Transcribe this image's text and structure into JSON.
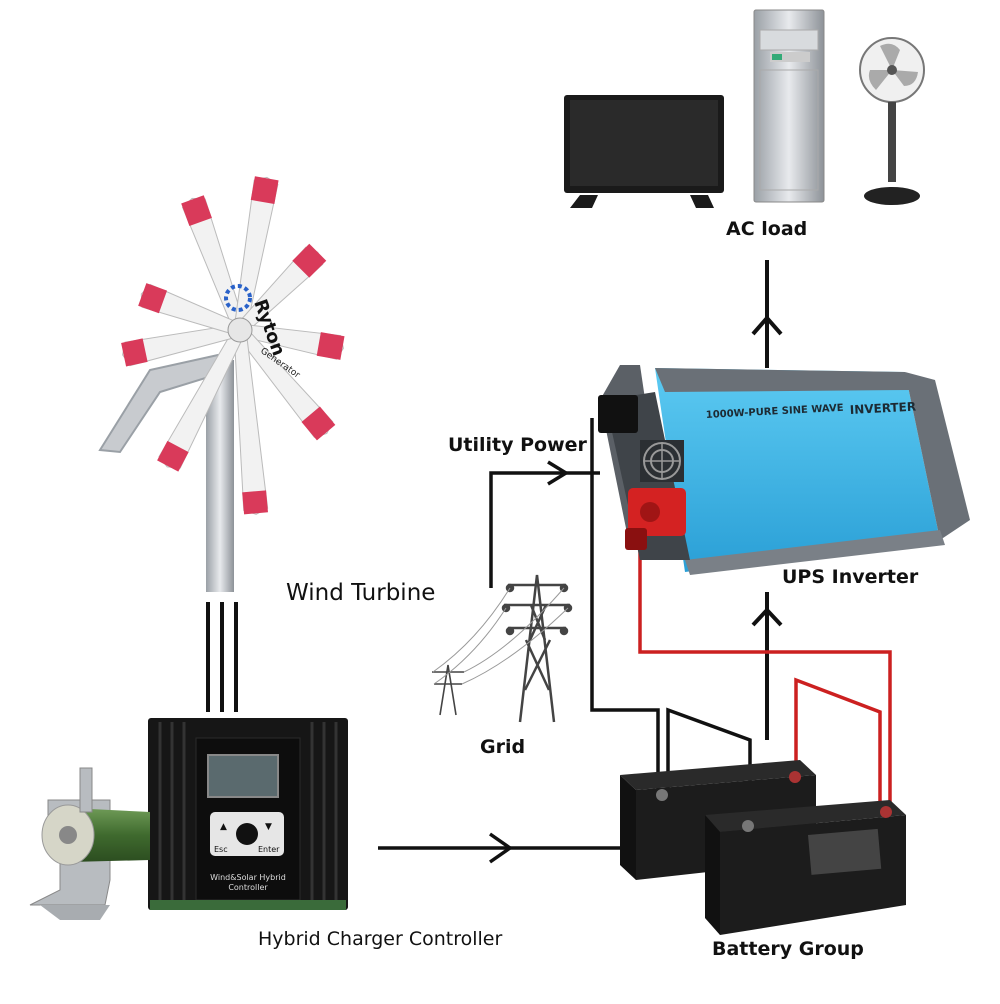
{
  "labels": {
    "ac_load": "AC load",
    "utility_power": "Utility Power",
    "ups_inverter": "UPS Inverter",
    "wind_turbine": "Wind Turbine",
    "grid": "Grid",
    "hybrid_controller": "Hybrid Charger Controller",
    "battery_group": "Battery Group"
  },
  "devices": {
    "inverter_text_small": "1000W-PURE SINE WAVE",
    "inverter_text_big": "INVERTER",
    "controller_esc": "Esc",
    "controller_enter": "Enter",
    "controller_caption_1": "Wind&Solar Hybrid",
    "controller_caption_2": "Controller",
    "turbine_logo": "Ryton",
    "turbine_logo_sub": "Generator"
  },
  "colors": {
    "inverter_blue": "#3ab4e6",
    "inverter_gray": "#5b6066",
    "battery_black": "#1c1c1c",
    "blade_white": "#f2f2f2",
    "blade_tip_red": "#d93a5a",
    "wire_black": "#111111",
    "wire_red": "#cc2020",
    "resistor_green": "#4f7a3a"
  }
}
